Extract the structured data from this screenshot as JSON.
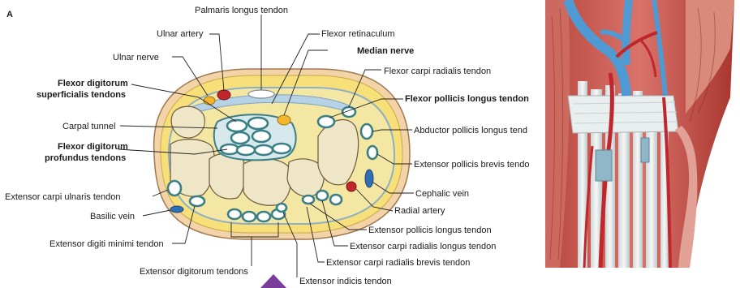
{
  "figure": {
    "panel_letter": "A",
    "colors": {
      "skin": "#f3d4a8",
      "fat": "#f7e07a",
      "bone": "#efe6c8",
      "tendon_sheath": "#3a7f86",
      "artery": "#c0272d",
      "vein": "#2f6fb3",
      "nerve": "#f2b52b",
      "accent_arrow": "#7a3d9a"
    },
    "labels": {
      "palmaris_longus": "Palmaris longus tendon",
      "ulnar_artery": "Ulnar artery",
      "flexor_retinaculum": "Flexor retinaculum",
      "median_nerve": "Median nerve",
      "ulnar_nerve": "Ulnar nerve",
      "fcr": "Flexor carpi radialis tendon",
      "fds_1": "Flexor digitorum",
      "fds_2": "superficialis tendons",
      "fpl": "Flexor pollicis longus tendon",
      "carpal_tunnel": "Carpal tunnel",
      "apl": "Abductor pollicis longus tend",
      "fdp_1": "Flexor digitorum",
      "fdp_2": "profundus tendons",
      "epb": "Extensor pollicis brevis tendo",
      "ecu": "Extensor carpi ulnaris tendon",
      "cephalic": "Cephalic vein",
      "basilic": "Basilic vein",
      "radial_artery": "Radial artery",
      "epl": "Extensor pollicis longus tendon",
      "edm": "Extensor digiti minimi tendon",
      "ecrl": "Extensor carpi radialis longus tendon",
      "ecrb": "Extensor carpi radialis brevis tendon",
      "ed": "Extensor digitorum tendons",
      "ei": "Extensor indicis tendon"
    }
  }
}
